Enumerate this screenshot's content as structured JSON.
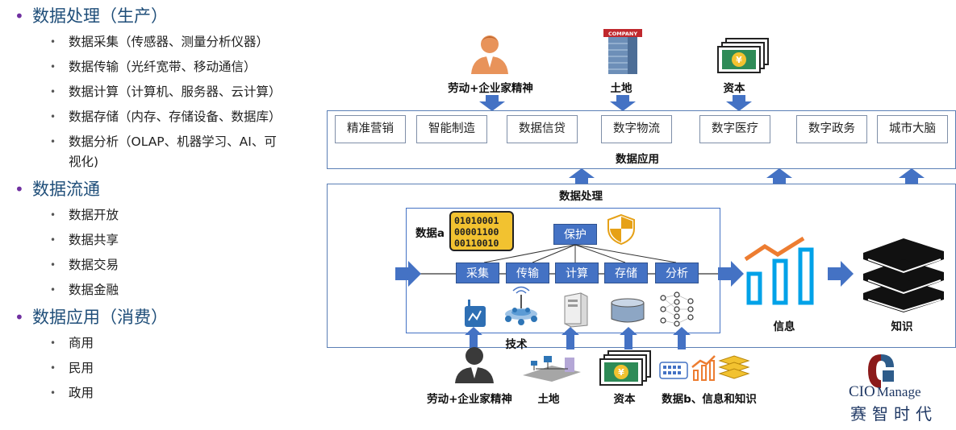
{
  "outline": [
    {
      "title": "数据处理（生产）",
      "items": [
        "数据采集（传感器、测量分析仪器）",
        "数据传输（光纤宽带、移动通信）",
        "数据计算（计算机、服务器、云计算）",
        "数据存储（内存、存储设备、数据库）",
        "数据分析（OLAP、机器学习、AI、可",
        "视化)"
      ]
    },
    {
      "title": "数据流通",
      "items": [
        "数据开放",
        "数据共享",
        "数据交易",
        "数据金融"
      ]
    },
    {
      "title": "数据应用（消费）",
      "items": [
        "商用",
        "民用",
        "政用"
      ]
    }
  ],
  "top_inputs": [
    "劳动+企业家精神",
    "土地",
    "资本"
  ],
  "company_sign": "COMPANY",
  "apps": [
    "精准营销",
    "智能制造",
    "数据信贷",
    "数字物流",
    "数字医疗",
    "数字政务",
    "城市大脑"
  ],
  "app_section_label": "数据应用",
  "processing_label": "数据处理",
  "data_a_label": "数据a",
  "binary_lines": [
    "01010001",
    "00001100",
    "00110010"
  ],
  "protect_label": "保护",
  "steps": [
    "采集",
    "传输",
    "计算",
    "存储",
    "分析"
  ],
  "tech_label": "技术",
  "info_label": "信息",
  "knowledge_label": "知识",
  "bottom_inputs": [
    "劳动+企业家精神",
    "土地",
    "资本",
    "数据b、信息和知识"
  ],
  "logo": {
    "line1": "CIO",
    "line2": "Manage",
    "line3": "赛智时代"
  },
  "colors": {
    "accent": "#4472c4",
    "title": "#1f4e79",
    "bullet": "#7030a0",
    "logo_red": "#8b1a1a"
  }
}
